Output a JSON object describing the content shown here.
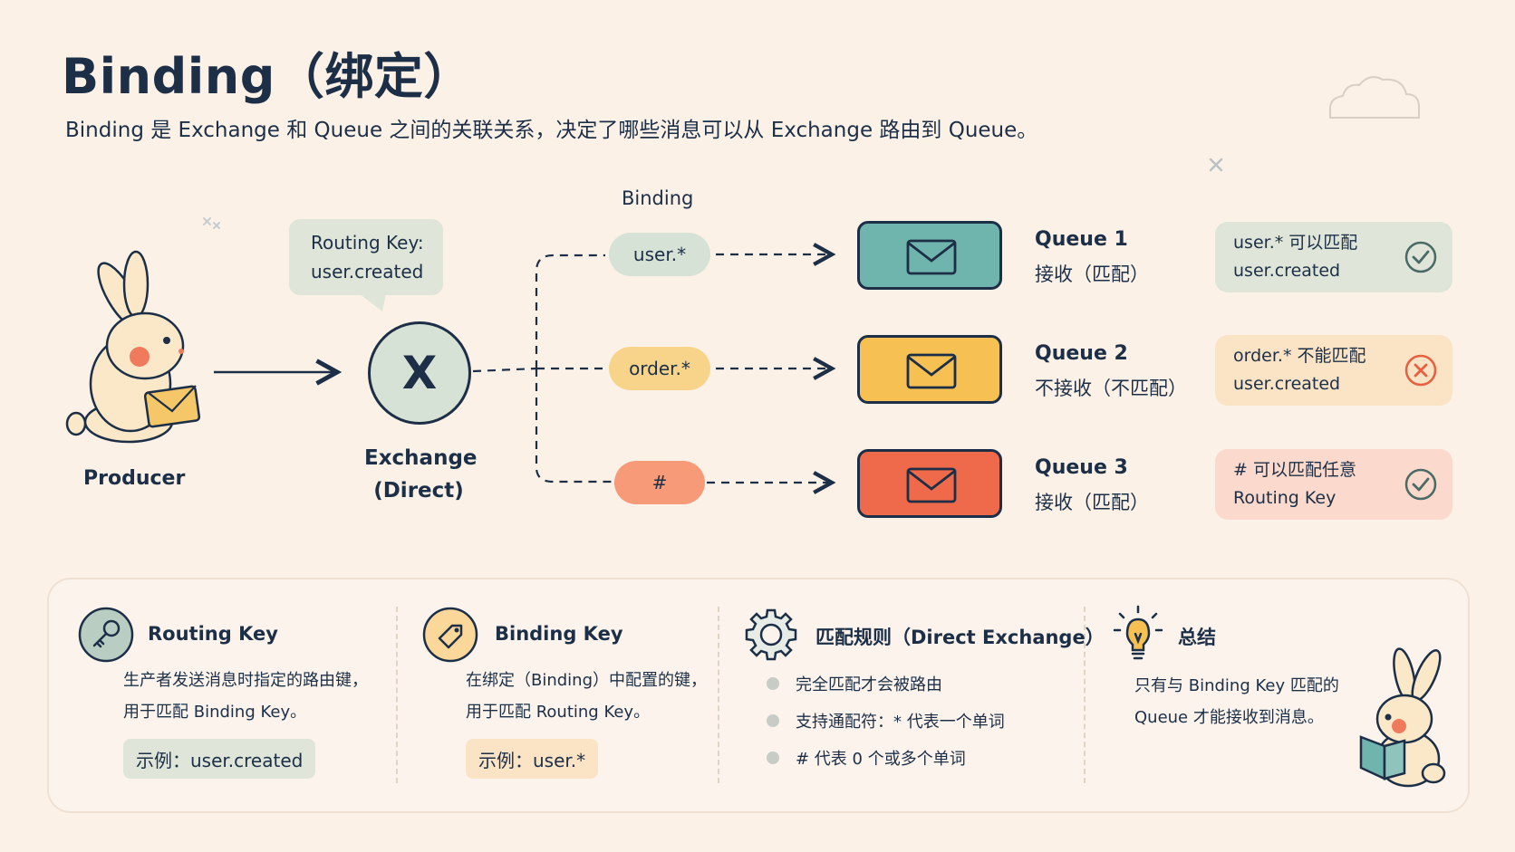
{
  "title": "Binding（绑定）",
  "subtitle": "Binding 是 Exchange 和 Queue 之间的关联关系，决定了哪些消息可以从 Exchange 路由到 Queue。",
  "diagram": {
    "producer_label": "Producer",
    "routing_key_bubble": [
      "Routing Key:",
      "user.created"
    ],
    "exchange_symbol": "X",
    "exchange_label": [
      "Exchange",
      "(Direct)"
    ],
    "binding_header": "Binding",
    "bindings": [
      {
        "key": "user.*",
        "color": "#d7e2d6"
      },
      {
        "key": "order.*",
        "color": "#f8d38a"
      },
      {
        "key": "#",
        "color": "#f79a78"
      }
    ],
    "queues": [
      {
        "name": "Queue 1",
        "status": "接收（匹配）",
        "color": "#6fb5ad"
      },
      {
        "name": "Queue 2",
        "status": "不接收（不匹配）",
        "color": "#f7c053"
      },
      {
        "name": "Queue 3",
        "status": "接收（匹配）",
        "color": "#ef6a4b"
      }
    ],
    "results": [
      {
        "lines": [
          "user.* 可以匹配",
          "user.created"
        ],
        "icon": "check-icon",
        "bg": "#dfe5d9",
        "icon_color": "#4a6a66"
      },
      {
        "lines": [
          "order.* 不能匹配",
          "user.created"
        ],
        "icon": "cross-icon",
        "bg": "#fbe3c6",
        "icon_color": "#e7603f"
      },
      {
        "lines": [
          "# 可以匹配任意",
          "Routing Key"
        ],
        "icon": "check-icon",
        "bg": "#fbd9cc",
        "icon_color": "#4a6a66"
      }
    ]
  },
  "summary": {
    "routing_key": {
      "title": "Routing Key",
      "text": [
        "生产者发送消息时指定的路由键，",
        "用于匹配 Binding Key。"
      ],
      "example": "示例：user.created",
      "icon": "key-icon"
    },
    "binding_key": {
      "title": "Binding Key",
      "text": [
        "在绑定（Binding）中配置的键，",
        "用于匹配 Routing Key。"
      ],
      "example": "示例：user.*",
      "icon": "tag-icon"
    },
    "rules": {
      "title": "匹配规则（Direct Exchange）",
      "items": [
        "完全匹配才会被路由",
        "支持通配符：* 代表一个单词",
        "# 代表 0 个或多个单词"
      ],
      "icon": "gear-icon"
    },
    "conclusion": {
      "title": "总结",
      "text": [
        "只有与 Binding Key 匹配的",
        "Queue 才能接收到消息。"
      ],
      "icon": "lightbulb-icon"
    }
  }
}
